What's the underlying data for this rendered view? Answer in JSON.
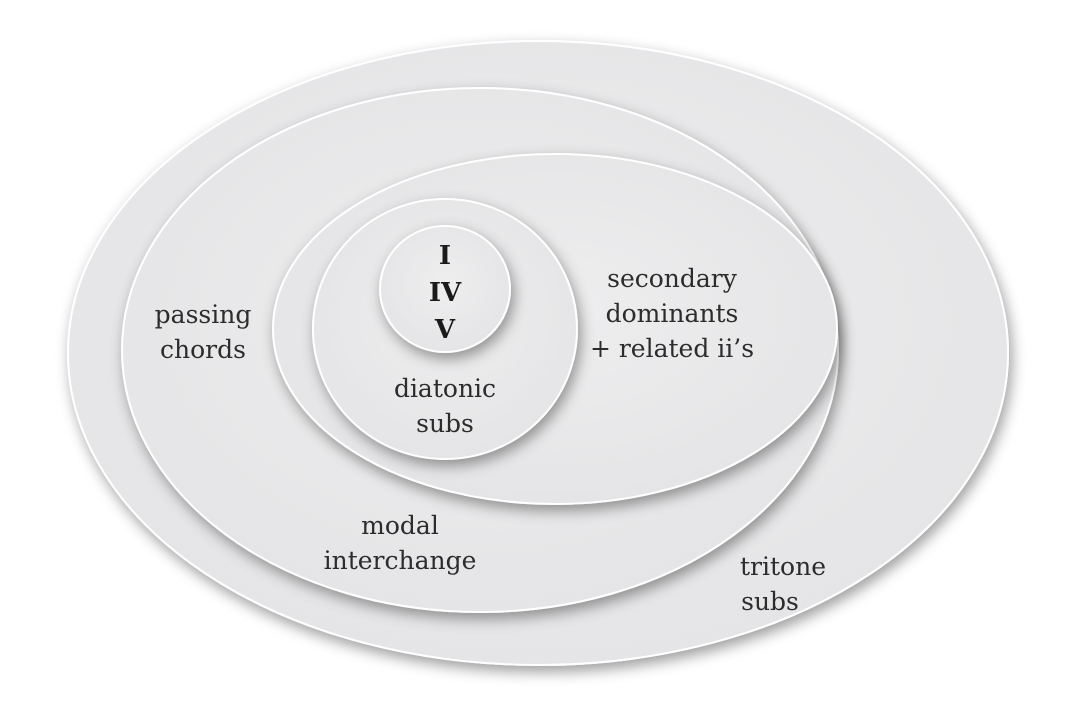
{
  "diagram": {
    "core_chords": [
      "I",
      "IV",
      "V"
    ],
    "labels": {
      "passing_chords": [
        "passing",
        "chords"
      ],
      "secondary_dominants": [
        "secondary",
        "dominants",
        "+ related ii’s"
      ],
      "diatonic_subs": [
        "diatonic",
        "subs"
      ],
      "modal_interchange": [
        "modal",
        "interchange"
      ],
      "tritone_subs": [
        "tritone",
        "subs"
      ]
    },
    "colors": {
      "fill": "#ebebec",
      "edge": "#ffffff",
      "text": "#2c2c2c"
    }
  }
}
